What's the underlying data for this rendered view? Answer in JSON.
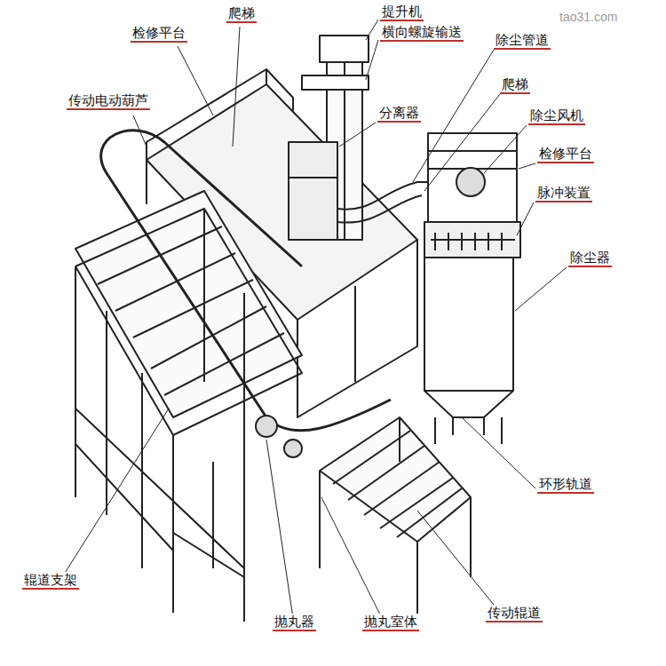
{
  "diagram": {
    "labels": [
      "检修平台",
      "爬梯",
      "提升机",
      "横向螺旋输送",
      "除尘管道",
      "爬梯",
      "传动电动葫芦",
      "分离器",
      "除尘风机",
      "检修平台",
      "脉冲装置",
      "除尘器",
      "环形轨道",
      "辊道支架",
      "抛丸器",
      "抛丸室体",
      "传动辊道",
      "tao31.com"
    ]
  }
}
